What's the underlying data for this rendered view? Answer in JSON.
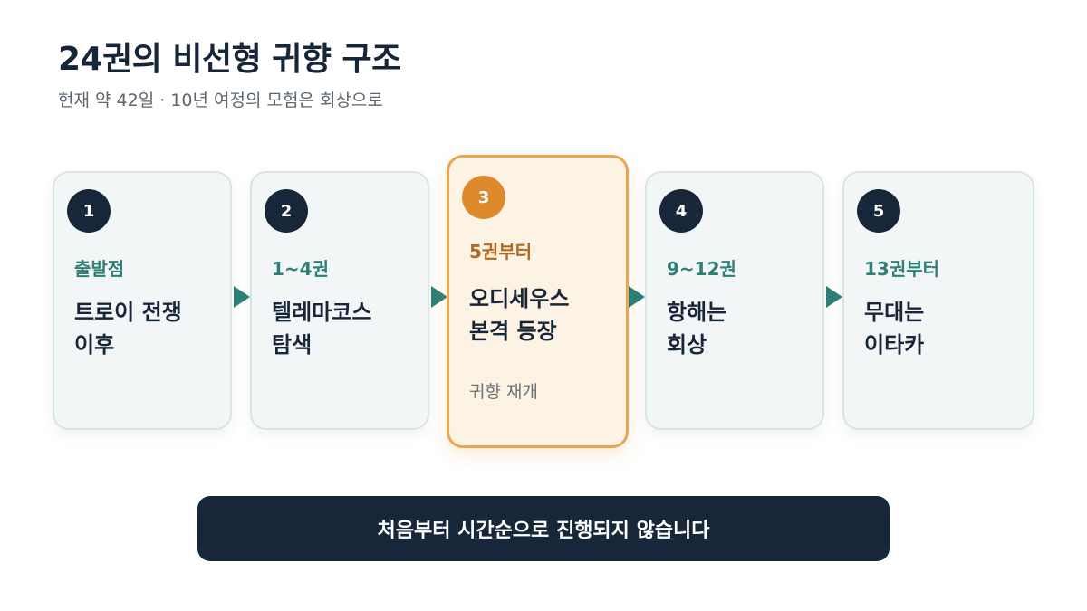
{
  "header": {
    "title": "24권의 비선형 귀향 구조",
    "subtitle": "현재 약 42일 · 10년 여정의 모험은 회상으로"
  },
  "steps": [
    {
      "number": "1",
      "tag": "출발점",
      "title_line1": "트로이 전쟁",
      "title_line2": "이후",
      "highlighted": false
    },
    {
      "number": "2",
      "tag": "1~4권",
      "title_line1": "텔레마코스",
      "title_line2": "탐색",
      "highlighted": false
    },
    {
      "number": "3",
      "tag": "5권부터",
      "title_line1": "오디세우스",
      "title_line2": "본격 등장",
      "note": "귀향 재개",
      "highlighted": true
    },
    {
      "number": "4",
      "tag": "9~12권",
      "title_line1": "항해는",
      "title_line2": "회상",
      "highlighted": false
    },
    {
      "number": "5",
      "tag": "13권부터",
      "title_line1": "무대는",
      "title_line2": "이타카",
      "highlighted": false
    }
  ],
  "banner": {
    "text": "처음부터 시간순으로 진행되지 않습니다"
  },
  "colors": {
    "navy": "#172638",
    "teal": "#2e7f78",
    "orange": "#dd8a2e",
    "card_bg": "#f3f6f6",
    "highlight_bg": "#fdf3e4"
  }
}
